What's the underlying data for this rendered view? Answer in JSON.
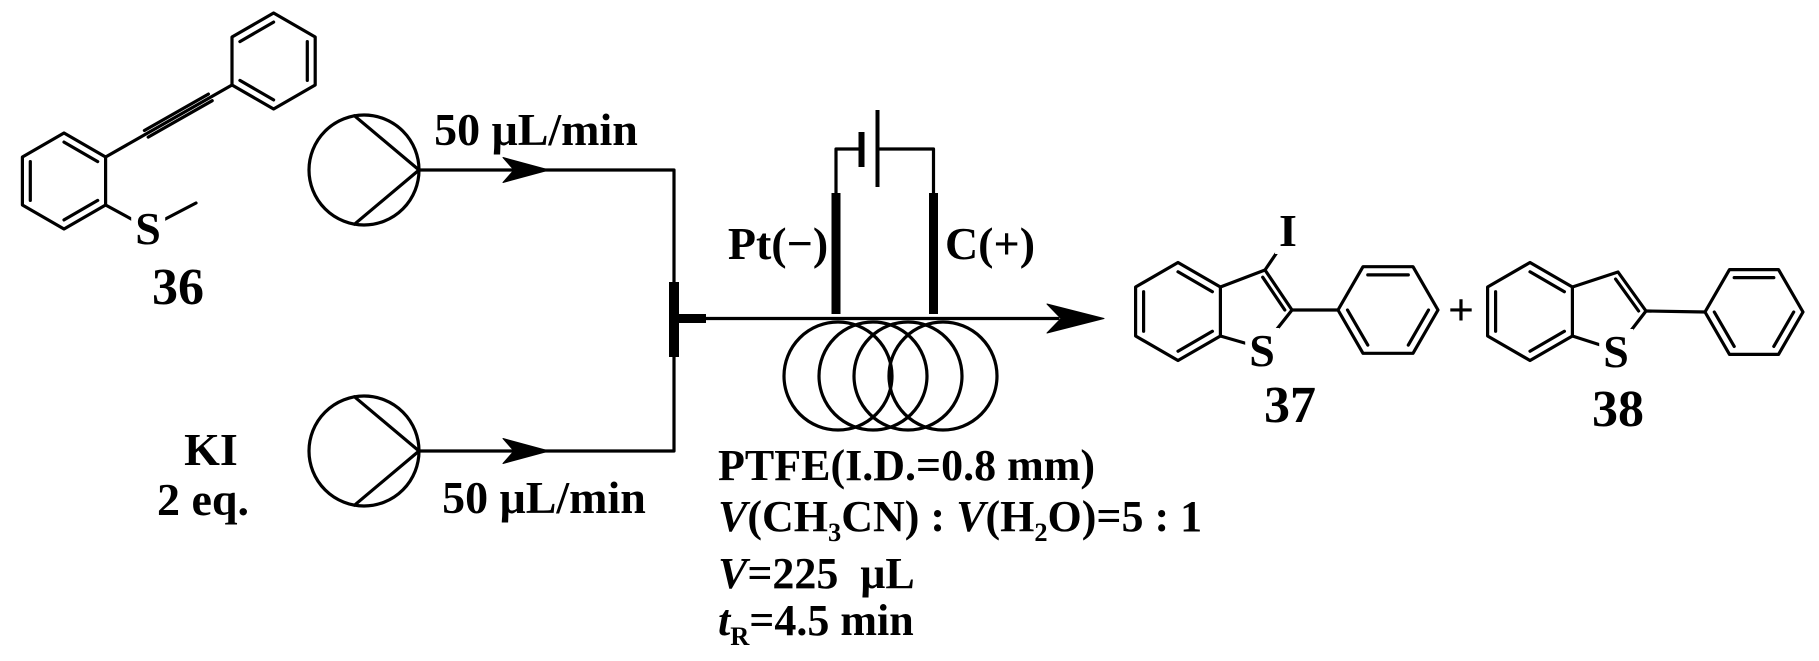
{
  "reactant36": {
    "number": "36",
    "sulfur_atom": "S"
  },
  "reagent": {
    "name": "KI",
    "equivalents": "2 eq."
  },
  "pumps": {
    "top_flow_rate": "50 μL/min",
    "bottom_flow_rate": "50 μL/min"
  },
  "cell": {
    "cathode_label": "Pt(−)",
    "anode_label": "C(+)"
  },
  "reactor": {
    "tubing": "PTFE(I.D.=0.8 mm)",
    "solvent_ratio": {
      "v1": "V",
      "p1": "(CH",
      "sub1": "3",
      "p2": "CN) : ",
      "v2": "V",
      "p3": "(H",
      "sub2": "2",
      "p4": "O)=5 : 1"
    },
    "volume": {
      "v": "V",
      "rest": "=225  μL"
    },
    "residence_time": {
      "t": "t",
      "sub": "R",
      "rest": "=4.5 min"
    }
  },
  "product37": {
    "number": "37",
    "sulfur_atom": "S",
    "iodo_label": "I"
  },
  "plus_sign": "+",
  "product38": {
    "number": "38",
    "sulfur_atom": "S"
  },
  "colors": {
    "ink": "#000000",
    "background": "#ffffff"
  }
}
